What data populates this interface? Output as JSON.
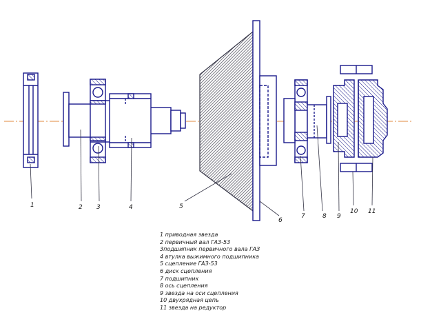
{
  "diagram": {
    "callouts": [
      "1",
      "2",
      "3",
      "4",
      "5",
      "6",
      "7",
      "8",
      "9",
      "10",
      "11"
    ],
    "legend": [
      "1 приводная звезда",
      "2 первичный вал ГАЗ-53",
      "3подшипник первичного вала ГАЗ",
      "4 втулка выжимного подшипника",
      "5 сцепление ГАЗ-53",
      "6 диск сцепления",
      "7 подшипник",
      "8 ось сцепления",
      "9 звезда на оси сцепления",
      "10 двухрядная цепь",
      "11 звезда на редуктор"
    ],
    "colors": {
      "line": "#1a1a8c",
      "axis": "#e08a3c",
      "hatch": "#5a5a66",
      "label": "#1a1a1a"
    }
  }
}
